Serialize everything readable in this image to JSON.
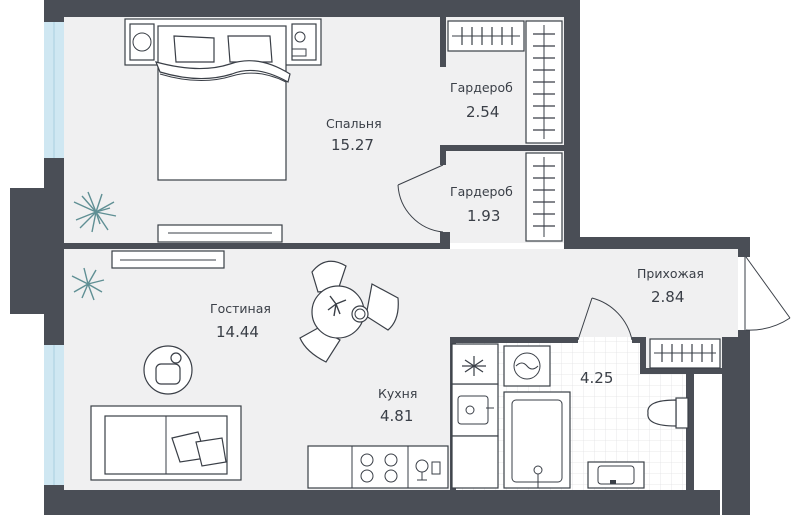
{
  "plan": {
    "colors": {
      "wall": "#4a4e56",
      "floor": "#f0f0f1",
      "tile": "#ffffff",
      "tile_line": "#e2e2e4",
      "window": "#cfe7f2",
      "plant": "#5f8f94",
      "line": "#3a3f47"
    },
    "rooms": [
      {
        "id": "bedroom",
        "label": "Спальня",
        "area": "15.27"
      },
      {
        "id": "wardrobe1",
        "label": "Гардероб",
        "area": "2.54"
      },
      {
        "id": "wardrobe2",
        "label": "Гардероб",
        "area": "1.93"
      },
      {
        "id": "hall",
        "label": "Прихожая",
        "area": "2.84"
      },
      {
        "id": "living",
        "label": "Гостиная",
        "area": "14.44"
      },
      {
        "id": "kitchen",
        "label": "Кухня",
        "area": "4.81"
      },
      {
        "id": "bathroom",
        "label": "",
        "area": "4.25"
      }
    ],
    "icons": [
      "bed-icon",
      "sofa-icon",
      "dining-table-icon",
      "armchair-icon",
      "fridge-icon",
      "sink-icon",
      "stove-icon",
      "oven-icon",
      "washing-machine-icon",
      "bathtub-icon",
      "toilet-icon",
      "plant-icon",
      "wardrobe-icon",
      "tv-icon"
    ]
  }
}
